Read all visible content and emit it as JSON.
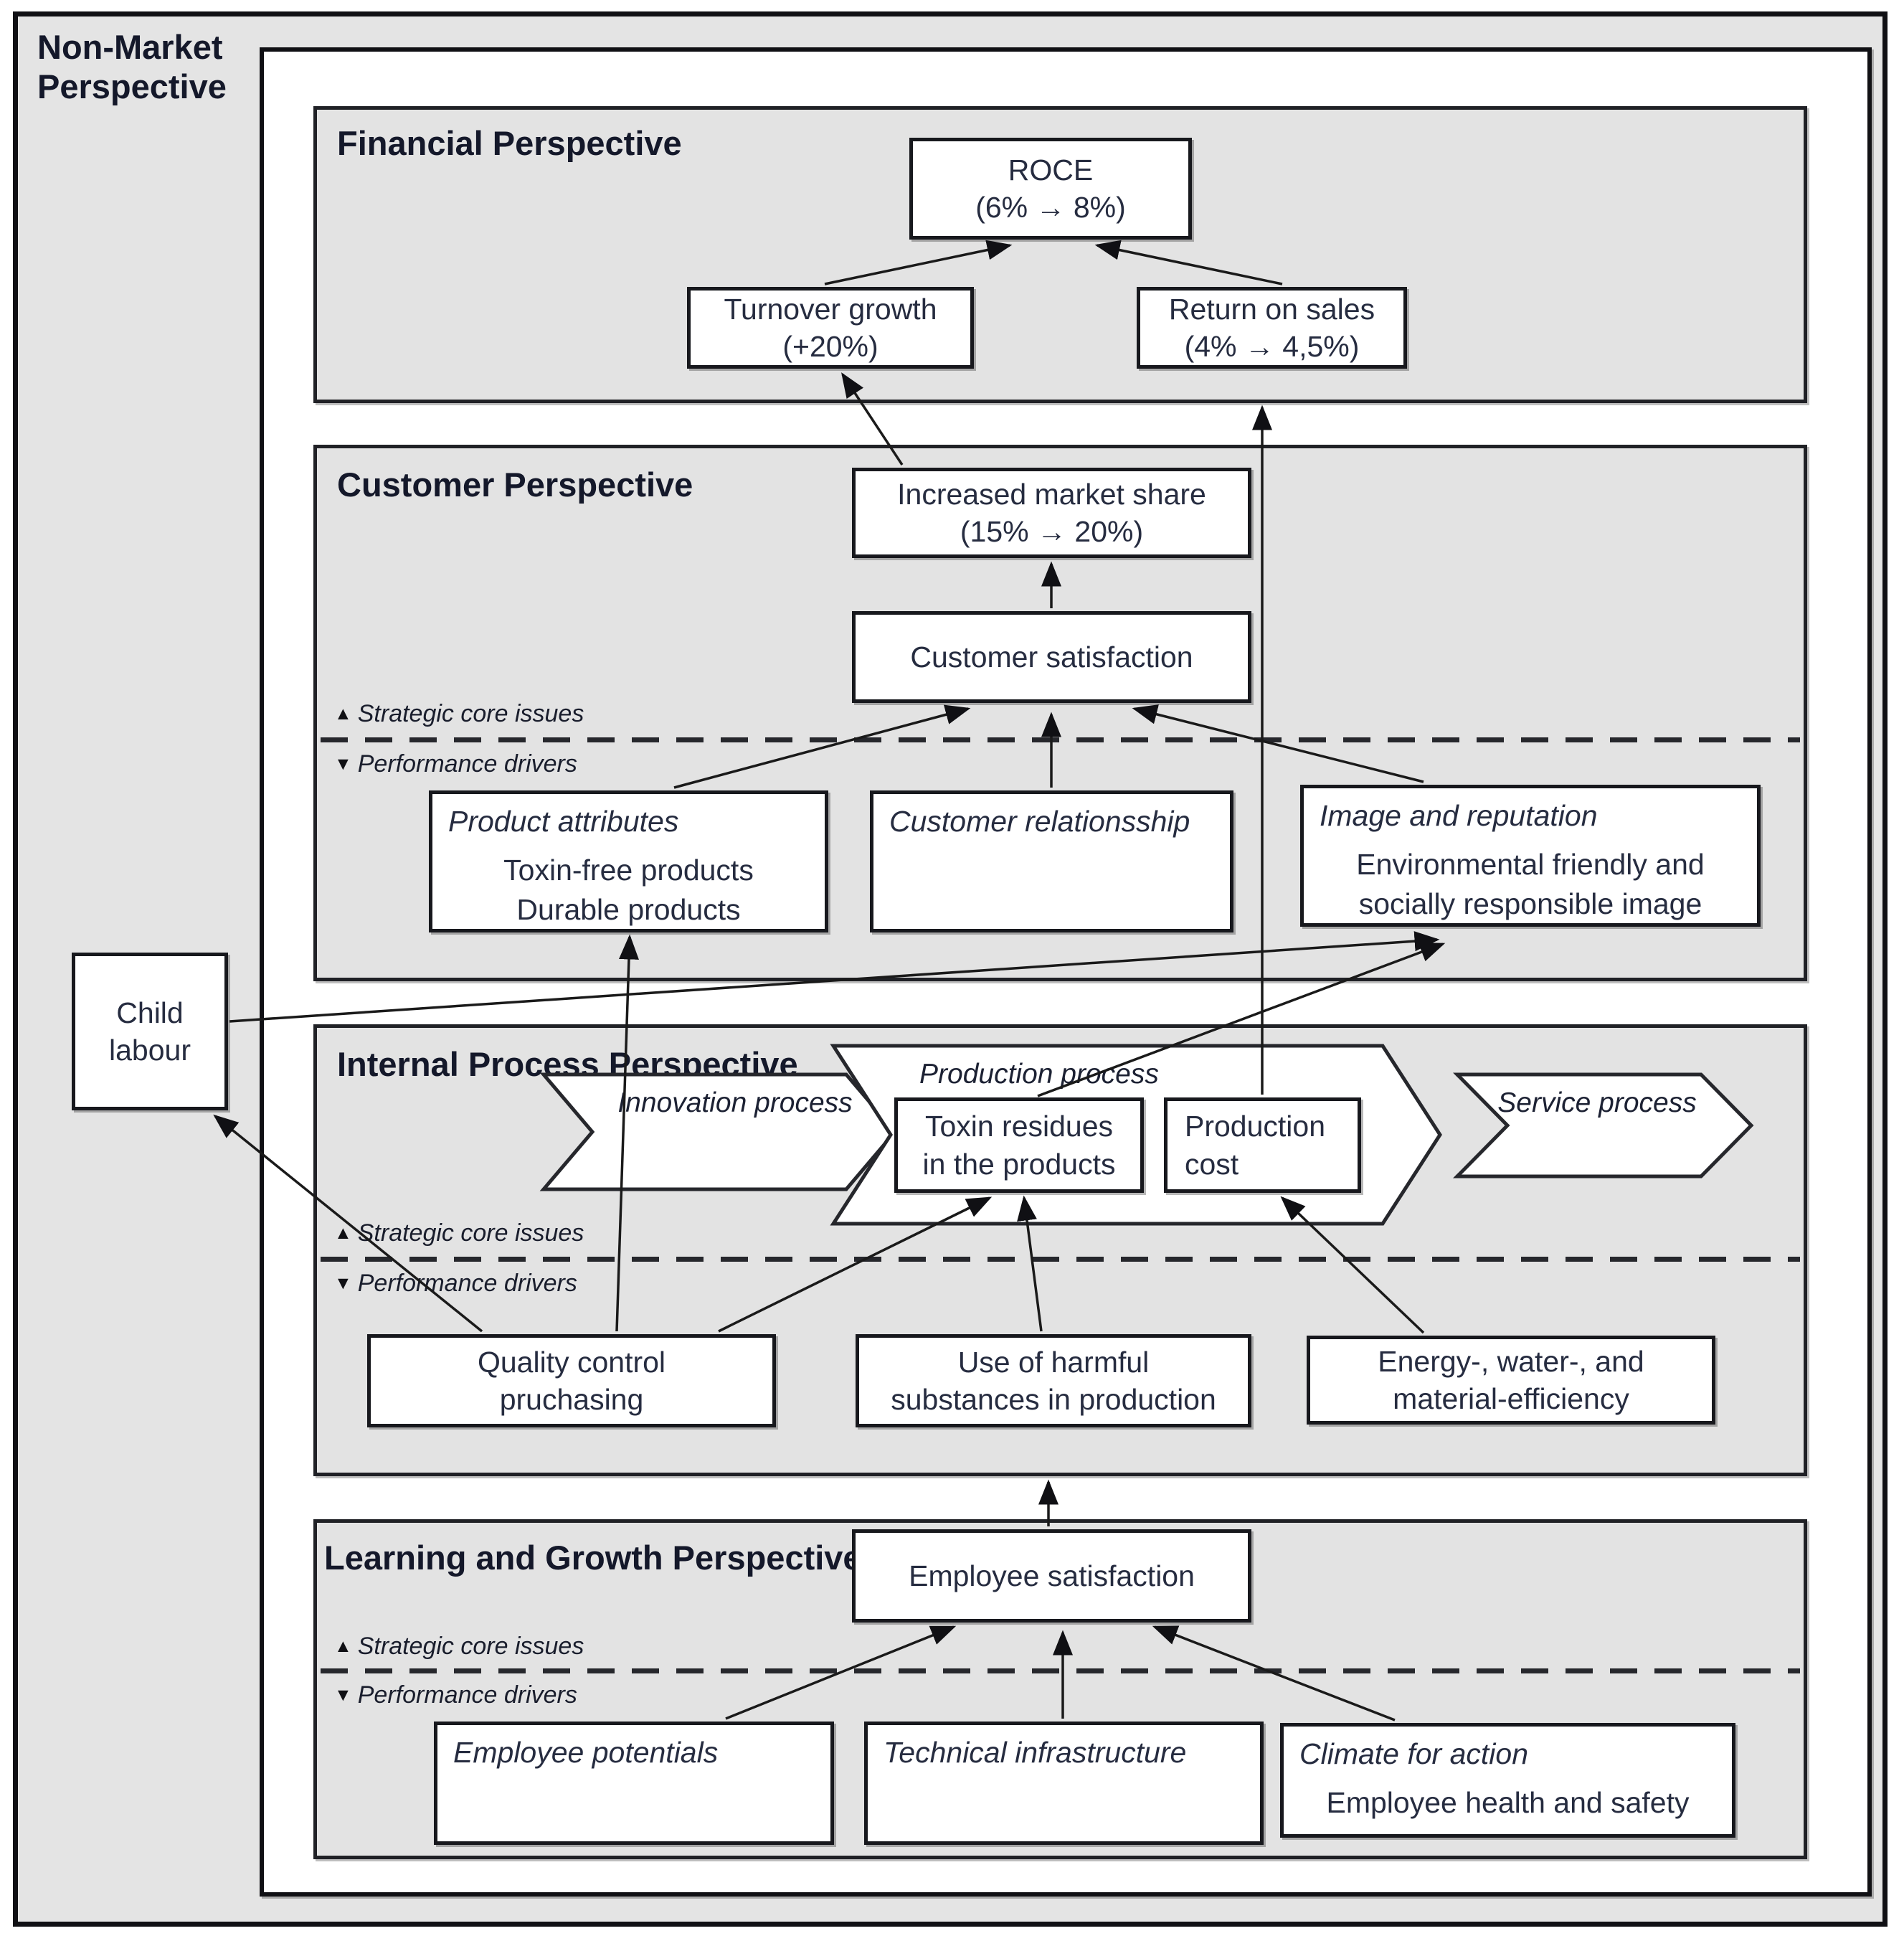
{
  "figure": {
    "outer_label": "Non-Market\nPerspective"
  },
  "panels": {
    "financial": {
      "title": "Financial Perspective"
    },
    "customer": {
      "title": "Customer Perspective"
    },
    "internal": {
      "title": "Internal Process Perspective"
    },
    "learning": {
      "title": "Learning and Growth Perspective"
    }
  },
  "section_labels": {
    "strategic": "Strategic core issues",
    "drivers": "Performance drivers",
    "up_triangle": "▲",
    "down_triangle": "▼"
  },
  "processes": {
    "innovation": "Innovation process",
    "production": "Production process",
    "service": "Service process"
  },
  "nodes": {
    "roce": {
      "lines": [
        "ROCE",
        "(6% → 8%)"
      ]
    },
    "turnover_growth": {
      "lines": [
        "Turnover growth",
        "(+20%)"
      ]
    },
    "return_on_sales": {
      "lines": [
        "Return on sales",
        "(4% → 4,5%)"
      ]
    },
    "increased_market_share": {
      "lines": [
        "Increased market share",
        "(15% → 20%)"
      ]
    },
    "customer_satisfaction": {
      "lines": [
        "Customer satisfaction"
      ]
    },
    "product_attributes": {
      "title": "Product attributes",
      "lines": [
        "Toxin-free products",
        "Durable products"
      ]
    },
    "customer_relationship": {
      "title": "Customer relationsship",
      "lines": []
    },
    "image_reputation": {
      "title": "Image and reputation",
      "lines": [
        "Environmental friendly and",
        "socially responsible image"
      ]
    },
    "child_labour": {
      "lines": [
        "Child",
        "labour"
      ]
    },
    "toxin_residues": {
      "lines": [
        "Toxin residues",
        "in the products"
      ]
    },
    "production_cost": {
      "lines": [
        "Production",
        "cost"
      ]
    },
    "quality_control": {
      "lines": [
        "Quality control",
        "pruchasing"
      ]
    },
    "harmful_substances": {
      "lines": [
        "Use of harmful",
        "substances in production"
      ]
    },
    "efficiency": {
      "lines": [
        "Energy-, water-, and",
        "material-efficiency"
      ]
    },
    "employee_satisfaction": {
      "lines": [
        "Employee satisfaction"
      ]
    },
    "employee_potentials": {
      "title": "Employee potentials",
      "lines": []
    },
    "technical_infrastructure": {
      "title": "Technical infrastructure",
      "lines": []
    },
    "climate_for_action": {
      "title": "Climate for action",
      "lines": [
        "Employee health and safety"
      ]
    }
  },
  "edges": [
    {
      "from": "turnover_growth",
      "to": "roce"
    },
    {
      "from": "return_on_sales",
      "to": "roce"
    },
    {
      "from": "increased_market_share",
      "to": "turnover_growth"
    },
    {
      "from": "production_cost",
      "to": "return_on_sales"
    },
    {
      "from": "customer_satisfaction",
      "to": "increased_market_share"
    },
    {
      "from": "product_attributes",
      "to": "customer_satisfaction"
    },
    {
      "from": "customer_relationship",
      "to": "customer_satisfaction"
    },
    {
      "from": "image_reputation",
      "to": "customer_satisfaction"
    },
    {
      "from": "quality_control",
      "to": "product_attributes"
    },
    {
      "from": "quality_control",
      "to": "child_labour"
    },
    {
      "from": "child_labour",
      "to": "image_reputation"
    },
    {
      "from": "toxin_residues",
      "to": "image_reputation"
    },
    {
      "from": "quality_control",
      "to": "toxin_residues"
    },
    {
      "from": "harmful_substances",
      "to": "toxin_residues"
    },
    {
      "from": "efficiency",
      "to": "production_cost"
    },
    {
      "from": "employee_satisfaction",
      "to": "harmful_substances"
    },
    {
      "from": "employee_potentials",
      "to": "employee_satisfaction"
    },
    {
      "from": "technical_infrastructure",
      "to": "employee_satisfaction"
    },
    {
      "from": "climate_for_action",
      "to": "employee_satisfaction"
    }
  ],
  "colors": {
    "panel_background": "#e3e3e3",
    "box_background": "#ffffff",
    "border": "#17181d",
    "text": "#262c40",
    "line": "#1a1a1a"
  }
}
